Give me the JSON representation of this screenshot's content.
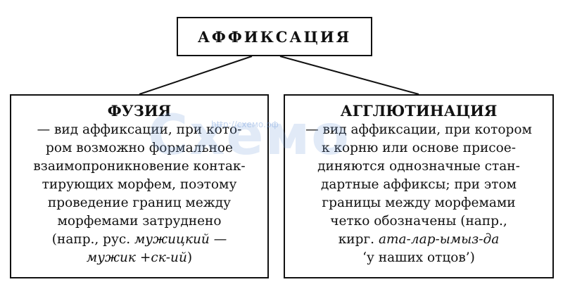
{
  "root": {
    "title": "АФФИКСАЦИЯ"
  },
  "left": {
    "title": "ФУЗИЯ",
    "lines": [
      "— вид аффиксации, при кото-",
      "ром возможно формальное",
      "взаимопроникновение контак-",
      "тирующих морфем, поэтому",
      "проведение границ между",
      "морфемами затруднено"
    ],
    "example_prefix": "(напр., рус. ",
    "example_word": "мужицкий —",
    "example_split": "мужик +ск-ий",
    "example_close": ")"
  },
  "right": {
    "title": "АГГЛЮТИНАЦИЯ",
    "lines": [
      "— вид аффиксации, при котором",
      "к корню или основе присое-",
      "диняются однозначные стан-",
      "дартные аффиксы; при этом",
      "границы между морфемами",
      "четко обозначены (напр.,"
    ],
    "example_prefix": "кирг. ",
    "example_word": "ата-лар-ымыз-да",
    "example_gloss": "‘у наших отцов’)"
  },
  "watermark": {
    "logo_text": "Схемо",
    "url": "http://схемо.рф"
  },
  "colors": {
    "ink": "#111111",
    "watermark": "#78a0dc"
  }
}
